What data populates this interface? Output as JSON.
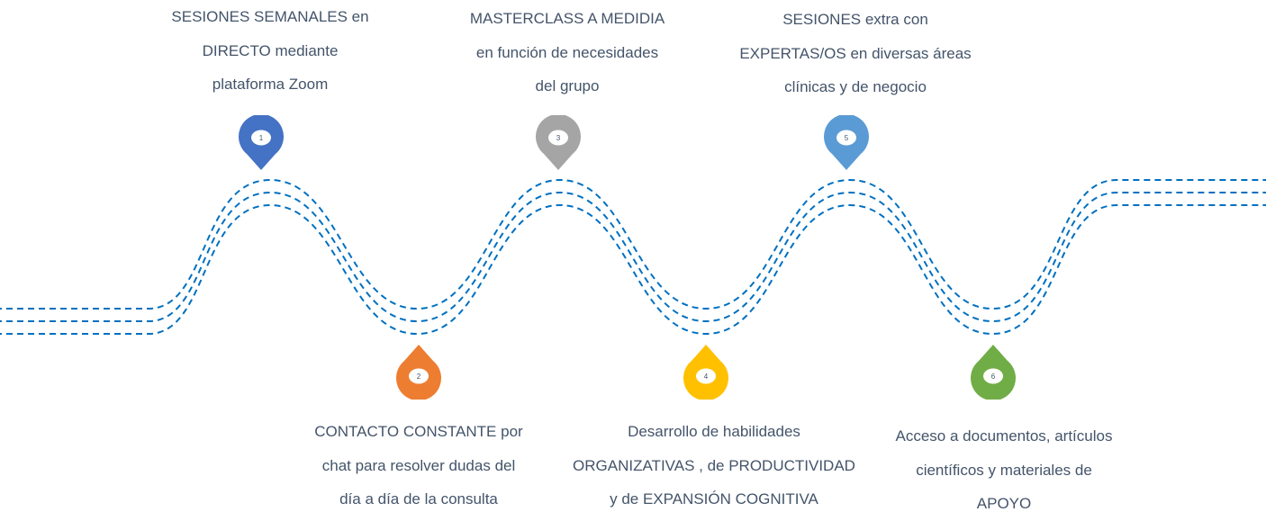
{
  "steps": [
    {
      "number": "1",
      "color": "#4472C4",
      "lines": [
        "SESIONES SEMANALES en",
        "DIRECTO mediante",
        "plataforma Zoom"
      ]
    },
    {
      "number": "2",
      "color": "#ED7D31",
      "lines": [
        "CONTACTO CONSTANTE por",
        "chat para resolver dudas del",
        "día a día de la  consulta"
      ]
    },
    {
      "number": "3",
      "color": "#A5A5A5",
      "lines": [
        "MASTERCLASS A MEDIDIA",
        "en función de necesidades",
        "del grupo"
      ]
    },
    {
      "number": "4",
      "color": "#FFC000",
      "lines": [
        "Desarrollo de habilidades",
        "ORGANIZATIVAS , de PRODUCTIVIDAD",
        " y  de EXPANSIÓN COGNITIVA"
      ]
    },
    {
      "number": "5",
      "color": "#5B9BD5",
      "lines": [
        "SESIONES extra con",
        "EXPERTAS/OS  en diversas áreas",
        "clínicas y de negocio"
      ]
    },
    {
      "number": "6",
      "color": "#70AD47",
      "lines": [
        "Acceso a documentos, artículos",
        "científicos  y materiales  de",
        "APOYO"
      ]
    }
  ],
  "path_color": "#0070C0"
}
